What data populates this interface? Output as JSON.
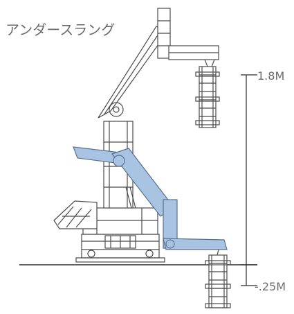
{
  "title": "アンダースラング",
  "dimensions": {
    "upper": "1.8M",
    "lower": "-.25M"
  },
  "colors": {
    "line": "#4a4a4a",
    "arm_fill": "#a9c4e3",
    "arm_stroke": "#5a6f8c",
    "text": "#6b6b6b"
  }
}
